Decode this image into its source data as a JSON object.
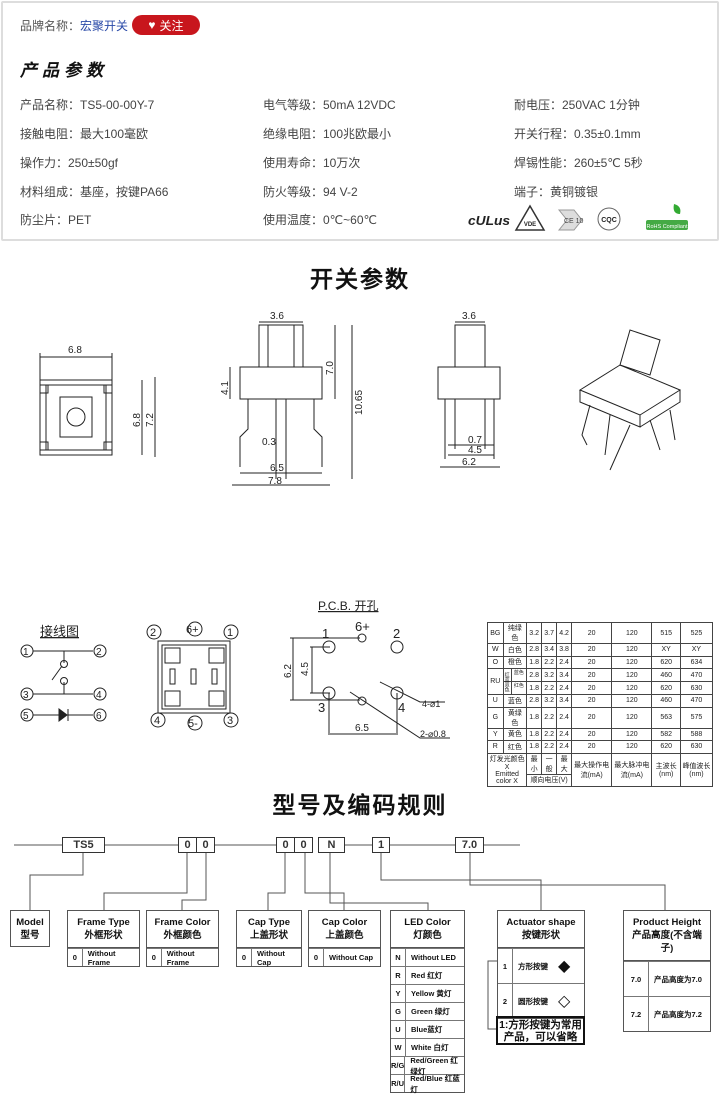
{
  "brand": {
    "label": "品牌名称：",
    "name": "宏聚开关",
    "follow_label": "关注",
    "follow_icon": "heart-icon",
    "follow_color": "#c8161d",
    "name_color": "#2a4aa8"
  },
  "params": {
    "title": "产品参数",
    "items": [
      "产品名称：TS5-00-00Y-7",
      "电气等级：50mA  12VDC",
      "耐电压：250VAC  1分钟",
      "接触电阻：最大100毫欧",
      "绝缘电阻：100兆欧最小",
      "开关行程：0.35±0.1mm",
      "操作力：250±50gf",
      "使用寿命：10万次",
      "焊锡性能：260±5℃  5秒",
      "材料组成：基座，按键PA66",
      "防火等级：94 V-2",
      "端子：黄铜镀银",
      "防尘片：PET",
      "使用温度：0℃~60℃"
    ],
    "certs": [
      "cULus",
      "VDE",
      "CE 10",
      "CQC",
      "RoHS Compliant"
    ]
  },
  "switch": {
    "title": "开关参数",
    "dims": {
      "top_w": "6.8",
      "top_h1": "6.8",
      "top_h2": "7.2",
      "front_cap": "3.6",
      "front_41": "4.1",
      "front_70": "7.0",
      "front_1065": "10.65",
      "front_03": "0.3",
      "front_65": "6.5",
      "front_78": "7.8",
      "side_cap": "3.6",
      "side_07": "0.7",
      "side_45": "4.5",
      "side_62": "6.2"
    }
  },
  "wiring": {
    "title": "接线图",
    "pins": [
      "1",
      "2",
      "3",
      "4",
      "5",
      "6"
    ]
  },
  "bottom_view": {
    "pins": [
      "2",
      "6+",
      "1",
      "4",
      "5-",
      "3"
    ]
  },
  "pcb": {
    "title": "P.C.B. 开孔",
    "pins": [
      "1",
      "6+",
      "2",
      "3",
      "4"
    ],
    "d62": "6.2",
    "d45": "4.5",
    "d65": "6.5",
    "hole1": "4-⌀1",
    "hole2": "2-⌀0.8"
  },
  "led_table": {
    "rows": [
      [
        "BG",
        "纯绿色",
        "3.2",
        "3.7",
        "4.2",
        "20",
        "120",
        "515",
        "525"
      ],
      [
        "W",
        "白色",
        "2.8",
        "3.4",
        "3.8",
        "20",
        "120",
        "XY",
        "XY"
      ],
      [
        "O",
        "橙色",
        "1.8",
        "2.2",
        "2.4",
        "20",
        "120",
        "620",
        "634"
      ],
      [
        "U",
        "蓝色",
        "2.8",
        "3.2",
        "3.4",
        "20",
        "120",
        "460",
        "470"
      ],
      [
        "G",
        "黄绿色",
        "1.8",
        "2.2",
        "2.4",
        "20",
        "120",
        "563",
        "575"
      ],
      [
        "Y",
        "黄色",
        "1.8",
        "2.2",
        "2.4",
        "20",
        "120",
        "582",
        "588"
      ],
      [
        "R",
        "红色",
        "1.8",
        "2.2",
        "2.4",
        "20",
        "120",
        "620",
        "630"
      ]
    ],
    "ru": {
      "code": "RU",
      "group": "红蓝双色",
      "sub": [
        [
          "蓝色",
          "2.8",
          "3.2",
          "3.4",
          "20",
          "120",
          "460",
          "470"
        ],
        [
          "红色",
          "1.8",
          "2.2",
          "2.4",
          "20",
          "120",
          "620",
          "630"
        ]
      ]
    },
    "footer": {
      "color": "灯发光颜色 X",
      "color_en": "Emitted color X",
      "min": "最小",
      "typ": "一般",
      "max": "最大",
      "vf": "顺向电压(V)",
      "if": "最大操作电流(mA)",
      "ifp": "最大脉冲电流(mA)",
      "wl": "主波长(nm)",
      "peak": "峰值波长(nm)"
    }
  },
  "coding": {
    "title": "型号及编码规则",
    "codes": [
      "TS5",
      "0",
      "0",
      "0",
      "0",
      "N",
      "1",
      "7.0"
    ],
    "model": {
      "en": "Model",
      "cn": "型号"
    },
    "frame_type": {
      "en": "Frame Type",
      "cn": "外框形状",
      "rows": [
        [
          "0",
          "Without Frame"
        ]
      ]
    },
    "frame_color": {
      "en": "Frame Color",
      "cn": "外框颜色",
      "rows": [
        [
          "0",
          "Without Frame"
        ]
      ]
    },
    "cap_type": {
      "en": "Cap Type",
      "cn": "上盖形状",
      "rows": [
        [
          "0",
          "Without Cap"
        ]
      ]
    },
    "cap_color": {
      "en": "Cap Color",
      "cn": "上盖颜色",
      "rows": [
        [
          "0",
          "Without Cap"
        ]
      ]
    },
    "led_color": {
      "en": "LED Color",
      "cn": "灯颜色",
      "rows": [
        [
          "N",
          "Without LED"
        ],
        [
          "R",
          "Red 红灯"
        ],
        [
          "Y",
          "Yellow 黄灯"
        ],
        [
          "G",
          "Green 绿灯"
        ],
        [
          "U",
          "Blue蓝灯"
        ],
        [
          "W",
          "White 白灯"
        ],
        [
          "R/G",
          "Red/Green 红绿灯"
        ],
        [
          "R/U",
          "Red/Blue 红蓝灯"
        ]
      ]
    },
    "actuator": {
      "en": "Actuator shape",
      "cn": "按键形状",
      "rows": [
        [
          "1",
          "方形按键"
        ],
        [
          "2",
          "圆形按键"
        ]
      ]
    },
    "height": {
      "en": "Product Height",
      "cn": "产品高度(不含端子)",
      "rows": [
        [
          "7.0",
          "产品高度为7.0"
        ],
        [
          "7.2",
          "产品高度为7.2"
        ]
      ]
    },
    "note": [
      "1:方形按键为常用",
      "产品，可以省略"
    ]
  }
}
